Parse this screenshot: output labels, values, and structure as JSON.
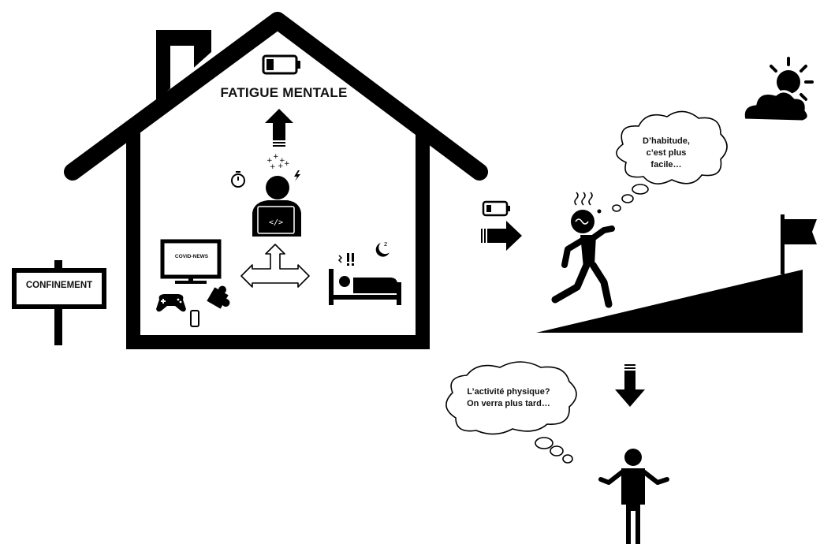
{
  "house": {
    "title": "FATIGUE MENTALE",
    "screen_label": "COVID-NEWS"
  },
  "sign": {
    "label": "CONFINEMENT"
  },
  "thoughts": {
    "runner": [
      "D’habitude,",
      "c’est plus",
      "facile…"
    ],
    "idle": [
      "L’activité physique?",
      "On verra plus tard…"
    ]
  },
  "icons": [
    "house-icon",
    "chimney-icon",
    "low-battery-icon",
    "up-arrow-icon",
    "stopwatch-icon",
    "stressed-coder-icon",
    "tv-icon",
    "gamepad-icon",
    "smartphone-icon",
    "puzzle-icon",
    "bidirectional-arrow-icon",
    "bed-icon",
    "signpost-icon",
    "sun-cloud-icon",
    "right-arrow-icon",
    "tired-runner-icon",
    "slope-icon",
    "flag-icon",
    "down-arrow-icon",
    "idle-person-icon"
  ]
}
